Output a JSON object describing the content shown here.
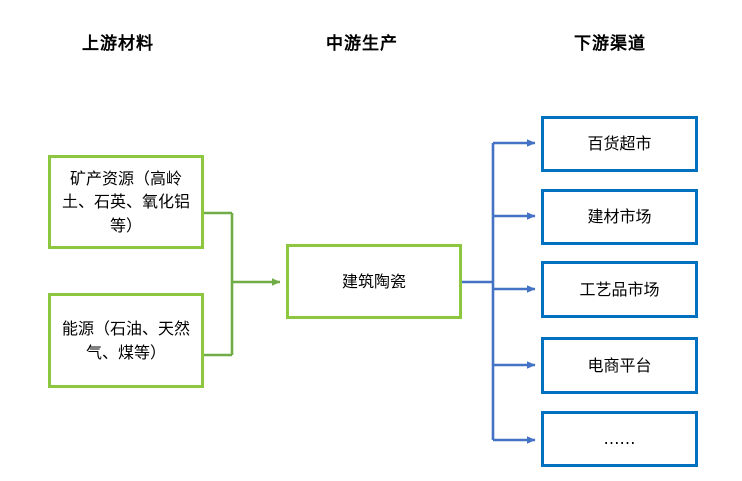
{
  "diagram": {
    "title_headers": [
      {
        "id": "upstream",
        "label": "上游材料"
      },
      {
        "id": "midstream",
        "label": "中游生产"
      },
      {
        "id": "downstream",
        "label": "下游渠道"
      }
    ],
    "upstream_nodes": [
      {
        "id": "minerals",
        "label": "矿产资源（高岭土、石英、氧化铝等）"
      },
      {
        "id": "energy",
        "label": "能源（石油、天然气、煤等）"
      }
    ],
    "midstream_nodes": [
      {
        "id": "ceramics",
        "label": "建筑陶瓷"
      }
    ],
    "downstream_nodes": [
      {
        "id": "dept",
        "label": "百货超市"
      },
      {
        "id": "building",
        "label": "建材市场"
      },
      {
        "id": "craft",
        "label": "工艺品市场"
      },
      {
        "id": "ecom",
        "label": "电商平台"
      },
      {
        "id": "other",
        "label": "……"
      }
    ],
    "colors": {
      "upstream_border": "#8DC63F",
      "upstream_connector": "#70AD47",
      "midstream_border": "#8DC63F",
      "downstream_border": "#0070C0",
      "downstream_connector": "#4472C4",
      "text": "#000000",
      "background": "#FFFFFF"
    },
    "flow": {
      "upstream_to_midstream": "merge",
      "midstream_to_downstream": "fan-out"
    }
  }
}
